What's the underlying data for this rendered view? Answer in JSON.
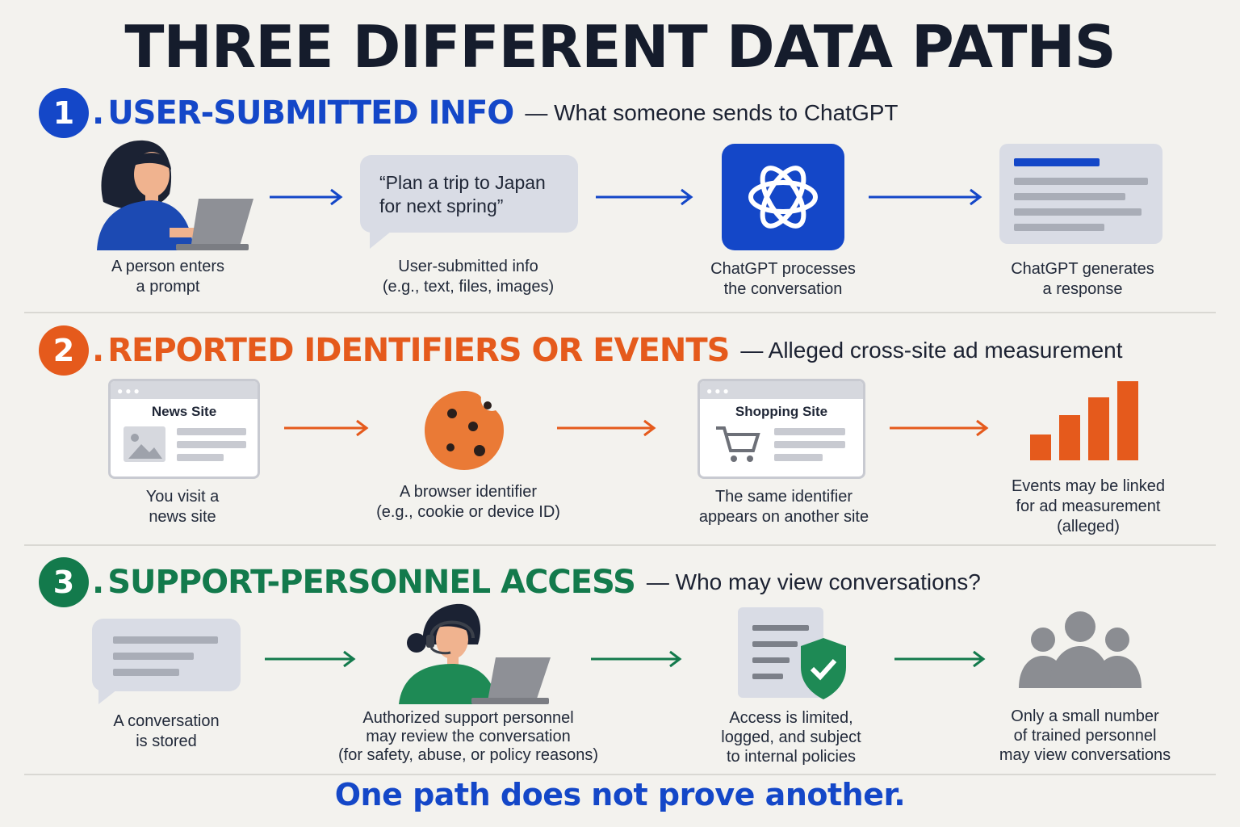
{
  "title": "THREE DIFFERENT DATA PATHS",
  "colors": {
    "blue": "#1447c8",
    "orange": "#e55a1c",
    "green": "#137a4c",
    "gray": "#8b8d92"
  },
  "sections": [
    {
      "number": "1",
      "dot": ".",
      "heading": "USER-SUBMITTED INFO",
      "subtitle": "— What someone sends to ChatGPT",
      "bubble_text": "“Plan a trip to Japan\nfor next spring”",
      "captions": [
        "A person enters\na prompt",
        "User-submitted info\n(e.g., text, files, images)",
        "ChatGPT processes\nthe conversation",
        "ChatGPT generates\na response"
      ]
    },
    {
      "number": "2",
      "dot": ".",
      "heading": "REPORTED IDENTIFIERS OR EVENTS",
      "subtitle": "— Alleged cross-site ad measurement",
      "news_window_title": "News Site",
      "shop_window_title": "Shopping Site",
      "captions": [
        "You visit a\nnews site",
        "A browser identifier\n(e.g., cookie or device ID)",
        "The same identifier\nappears on another site",
        "Events may be linked\nfor ad measurement\n(alleged)"
      ]
    },
    {
      "number": "3",
      "dot": ".",
      "heading": "SUPPORT-PERSONNEL ACCESS",
      "subtitle": "— Who may view conversations?",
      "captions": [
        "A conversation\nis stored",
        "Authorized support personnel\nmay review the conversation\n(for safety, abuse, or policy reasons)",
        "Access is limited,\nlogged, and subject\nto internal policies",
        "Only a small number\nof trained personnel\nmay view conversations"
      ]
    }
  ],
  "footer": "One path does not prove another."
}
